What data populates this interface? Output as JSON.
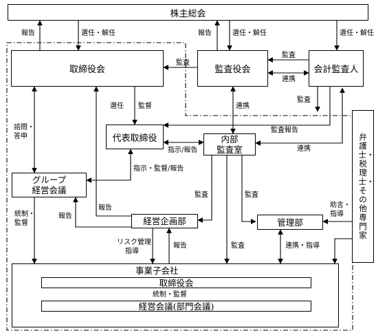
{
  "nodes": {
    "shareholders": "株主総会",
    "board": "取締役会",
    "audit_board": "監査役会",
    "accounting_auditor": "会計監査人",
    "representative_director": "代表取締役",
    "internal_audit": [
      "内部",
      "監査室"
    ],
    "group_management": [
      "グループ",
      "経営会議"
    ],
    "planning": "経営企画部",
    "management_dept": "管理部",
    "advisors": "弁護士・税理士・その他専門家",
    "subsidiary": "事業子会社",
    "sub_board": "取締役会",
    "sub_meeting": "経営会議(部門会議)"
  },
  "labels": {
    "report_sh_board": "報告",
    "elect_board": "選任・解任",
    "report_sh_audit": "報告",
    "elect_audit": "選任・解任",
    "elect_acct": "選任・解任",
    "audit_a": "監査",
    "collab_a": "連携",
    "audit_board_line": "監査",
    "elect_rep": "選任",
    "supervise_rep": "監督",
    "collab_b": "連携",
    "audit_b": "監査",
    "audit_report": "監査報告",
    "collab_c": "連携",
    "consult": [
      "諮問・",
      "答申"
    ],
    "instruct_report": "指示/報告",
    "instruct_supervise": "指示・監督/報告",
    "report_plan_board": "報告",
    "control_sup": [
      "統制・",
      "監督"
    ],
    "report_group": "報告",
    "audit_c": "監査",
    "audit_d": "監査",
    "advice": [
      "助言・",
      "指導"
    ],
    "risk_mgmt": [
      "リスク管理",
      "指導"
    ],
    "report_sub_plan": "報告",
    "audit_e": "監査",
    "collab_instruct": "連携・指導",
    "control_sup_inner": "統制・監督"
  }
}
